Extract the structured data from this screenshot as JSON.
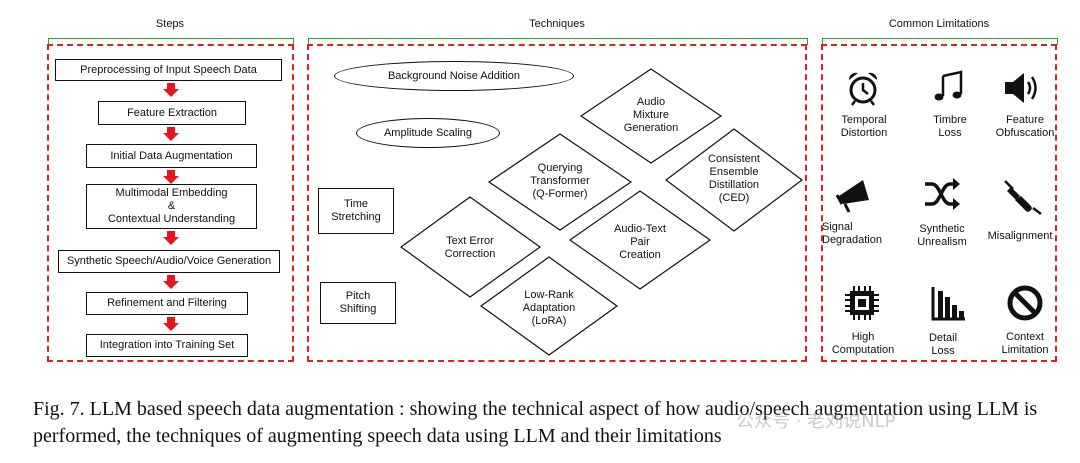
{
  "sections": {
    "steps_title": "Steps",
    "techniques_title": "Techniques",
    "limitations_title": "Common Limitations"
  },
  "steps": [
    {
      "label": "Preprocessing of Input Speech Data"
    },
    {
      "label": "Feature Extraction"
    },
    {
      "label": "Initial Data Augmentation"
    },
    {
      "label": "Multimodal Embedding\n&\nContextual Understanding"
    },
    {
      "label": "Synthetic Speech/Audio/Voice Generation"
    },
    {
      "label": "Refinement and Filtering"
    },
    {
      "label": "Integration into Training Set"
    }
  ],
  "techniques": {
    "background_noise": "Background Noise Addition",
    "amplitude_scaling": "Amplitude Scaling",
    "time_stretching": "Time\nStretching",
    "pitch_shifting": "Pitch\nShifting",
    "audio_mixture": "Audio\nMixture\nGeneration",
    "qformer": "Querying\nTransformer\n(Q-Former)",
    "ced": "Consistent\nEnsemble\nDistillation\n(CED)",
    "text_error": "Text Error\nCorrection",
    "audio_text": "Audio-Text\nPair\nCreation",
    "lora": "Low-Rank\nAdaptation\n(LoRA)"
  },
  "limitations": [
    {
      "label": "Temporal\nDistortion",
      "icon": "alarm-clock-icon"
    },
    {
      "label": "Timbre\nLoss",
      "icon": "music-note-icon"
    },
    {
      "label": "Feature\nObfuscation",
      "icon": "speaker-icon"
    },
    {
      "label": "Signal\nDegradation",
      "icon": "megaphone-icon"
    },
    {
      "label": "Synthetic\nUnrealism",
      "icon": "shuffle-icon"
    },
    {
      "label": "Misalignment",
      "icon": "unplugged-icon"
    },
    {
      "label": "High\nComputation",
      "icon": "cpu-chip-icon"
    },
    {
      "label": "Detail\nLoss",
      "icon": "bar-chart-decline-icon"
    },
    {
      "label": "Context\nLimitation",
      "icon": "prohibited-icon"
    }
  ],
  "caption": "Fig. 7.  LLM based speech data augmentation : showing the technical aspect of how audio/speech augmentation using LLM is performed, the techniques of augmenting speech data using LLM and their limitations",
  "watermark": "公众号 · 老刘说NLP",
  "colors": {
    "dashed_border": "#e02020",
    "bracket": "#2da02d",
    "arrow": "#e8141b"
  }
}
